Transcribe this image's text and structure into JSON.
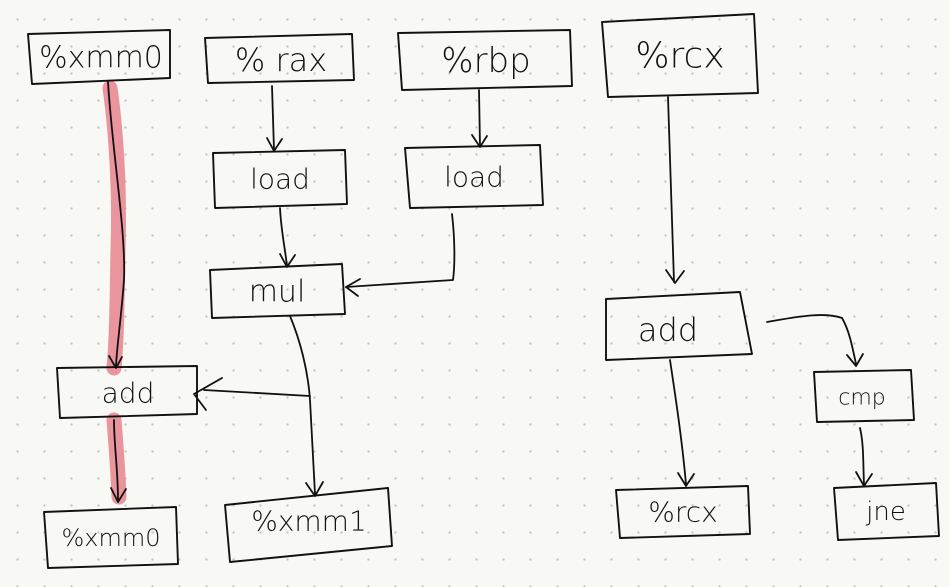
{
  "nodes": {
    "xmm0_in": "%xmm0",
    "rax": "% rax",
    "rbp": "%rbp",
    "rcx_in": "%rcx",
    "load_rax": "load",
    "load_rbp": "load",
    "mul": "mul",
    "add_fp": "add",
    "xmm0_out": "%xmm0",
    "xmm1": "%xmm1",
    "add_int": "add",
    "cmp": "cmp",
    "rcx_out": "%rcx",
    "jne": "jne"
  },
  "edges": [
    [
      "xmm0_in",
      "add_fp"
    ],
    [
      "add_fp",
      "xmm0_out"
    ],
    [
      "rax",
      "load_rax"
    ],
    [
      "rbp",
      "load_rbp"
    ],
    [
      "load_rax",
      "mul"
    ],
    [
      "load_rbp",
      "mul"
    ],
    [
      "mul",
      "add_fp"
    ],
    [
      "mul",
      "xmm1"
    ],
    [
      "rcx_in",
      "add_int"
    ],
    [
      "add_int",
      "cmp"
    ],
    [
      "add_int",
      "rcx_out"
    ],
    [
      "cmp",
      "jne"
    ]
  ],
  "highlighted_path": [
    "xmm0_in",
    "add_fp",
    "xmm0_out"
  ],
  "colors": {
    "ink": "#111111",
    "highlight": "#e7848d",
    "paper": "#f8f8f5",
    "grid_dot": "#c4c4be"
  }
}
